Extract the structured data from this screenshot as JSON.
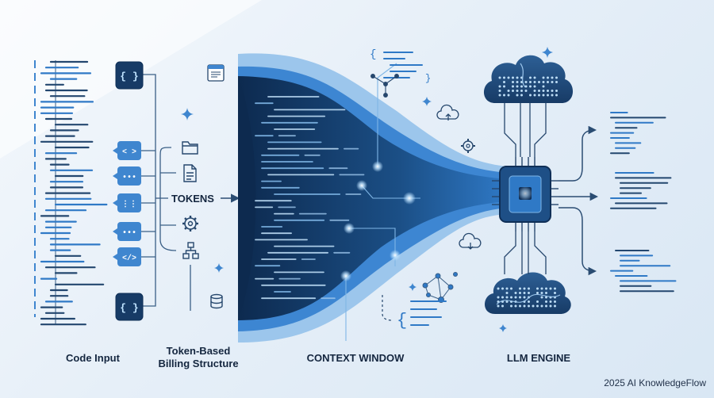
{
  "labels": {
    "code_input": "Code Input",
    "billing_line1": "Token-Based",
    "billing_line2": "Billing Structure",
    "tokens": "TOKENS",
    "context_window": "CONTEXT WINDOW",
    "llm_engine": "LLM ENGINE",
    "watermark": "2025 AI KnowledgeFlow"
  },
  "colors": {
    "navy": "#0f2f57",
    "blue": "#2f79c6",
    "light_blue": "#7fb6e6",
    "line": "#3a5f86",
    "text": "#14263f"
  },
  "icons": {
    "input_boxes": [
      "braces-icon",
      "code-icon",
      "dots-icon",
      "grid-icon",
      "dots-icon",
      "code-slash-icon",
      "braces-icon"
    ],
    "billing": [
      "folder-icon",
      "document-icon",
      "gear-icon",
      "hierarchy-icon"
    ],
    "floating": [
      "sparkle-icon",
      "database-icon",
      "cloud-upload-icon",
      "cloud-download-icon",
      "network-graph-icon",
      "notepad-icon"
    ]
  }
}
